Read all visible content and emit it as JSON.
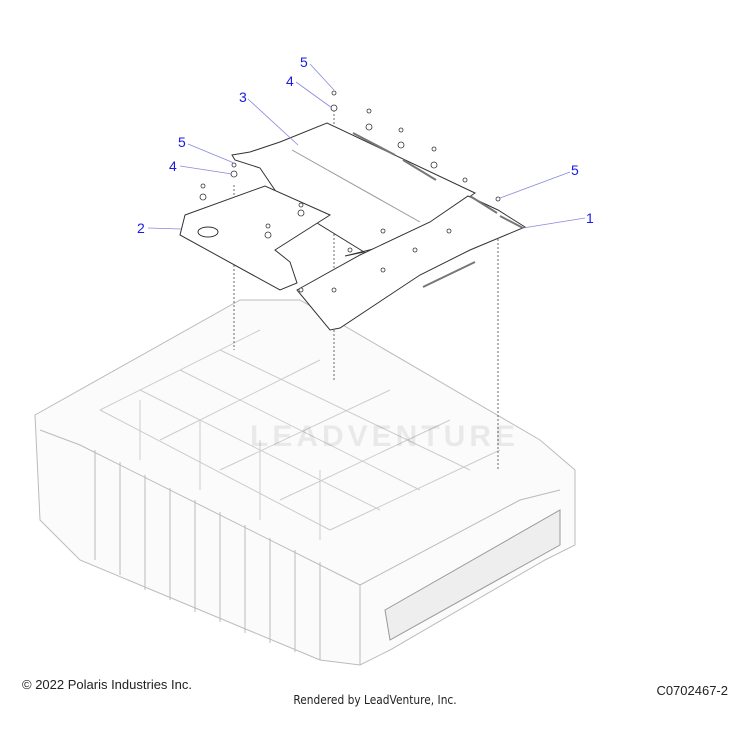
{
  "callouts": [
    {
      "id": "c5a",
      "label": "5"
    },
    {
      "id": "c4a",
      "label": "4"
    },
    {
      "id": "c3",
      "label": "3"
    },
    {
      "id": "c5b",
      "label": "5"
    },
    {
      "id": "c4b",
      "label": "4"
    },
    {
      "id": "c2",
      "label": "2"
    },
    {
      "id": "c5c",
      "label": "5"
    },
    {
      "id": "c1",
      "label": "1"
    }
  ],
  "footer": {
    "copyright": "© 2022 Polaris Industries Inc.",
    "rendered_by": "Rendered by LeadVenture, Inc.",
    "diagram_number": "C0702467-2"
  },
  "watermark": "LEADVENTURE",
  "colors": {
    "callout": "#1a1ae6",
    "leader": "#8888dd",
    "line": "#333333"
  }
}
